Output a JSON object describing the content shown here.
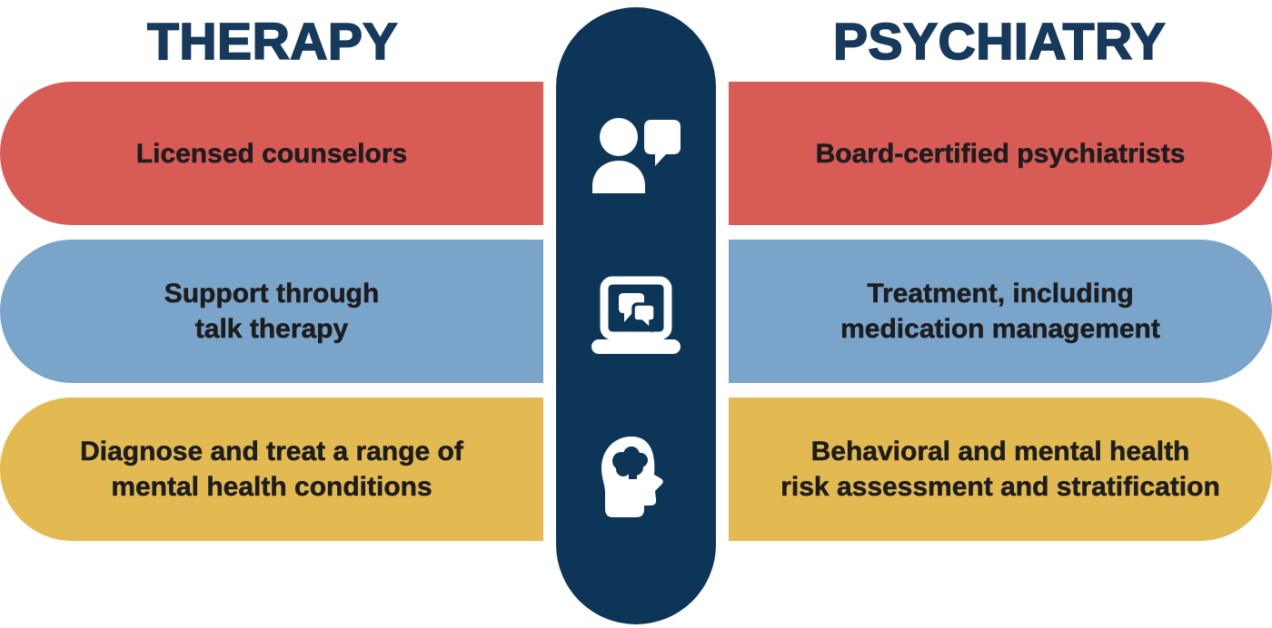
{
  "theme": {
    "background": "#FFFFFF",
    "navy": "#0D3558",
    "title_color": "#17395C",
    "text_color": "#1D1D1F",
    "red": "#D95B55",
    "blue": "#7AA4C9",
    "yellow": "#E3BA52",
    "icon_color": "#FFFFFF"
  },
  "header": {
    "left_title": "THERAPY",
    "right_title": "PSYCHIATRY"
  },
  "center_icons": [
    {
      "name": "person-chat-icon"
    },
    {
      "name": "laptop-chat-icon"
    },
    {
      "name": "head-brain-icon"
    }
  ],
  "rows": [
    {
      "topic": "providers",
      "color": "#D95B55",
      "therapy_lines": [
        "Licensed counselors"
      ],
      "psychiatry_lines": [
        "Board-certified psychiatrists"
      ]
    },
    {
      "topic": "treatment",
      "color": "#7AA4C9",
      "therapy_lines": [
        "Support through",
        "talk therapy"
      ],
      "psychiatry_lines": [
        "Treatment, including",
        "medication management"
      ]
    },
    {
      "topic": "scope",
      "color": "#E3BA52",
      "therapy_lines": [
        "Diagnose and treat a range of",
        "mental health conditions"
      ],
      "psychiatry_lines": [
        "Behavioral and mental health",
        "risk assessment and stratification"
      ]
    }
  ]
}
